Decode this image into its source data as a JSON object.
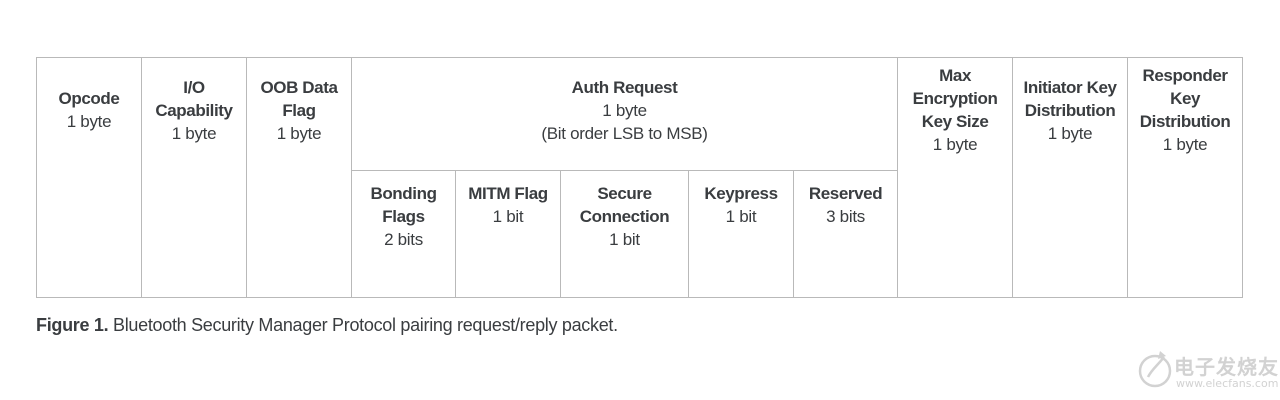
{
  "fields": {
    "opcode": {
      "label": "Opcode",
      "size": "1 byte"
    },
    "io_capability": {
      "label": "I/O Capability",
      "size": "1 byte"
    },
    "oob_data_flag": {
      "label": "OOB Data Flag",
      "size": "1 byte"
    },
    "auth_request": {
      "label": "Auth Request",
      "size": "1 byte",
      "note": "(Bit order LSB to MSB)",
      "subfields": [
        {
          "label": "Bonding Flags",
          "size": "2 bits"
        },
        {
          "label": "MITM Flag",
          "size": "1 bit"
        },
        {
          "label": "Secure Connection",
          "size": "1 bit"
        },
        {
          "label": "Keypress",
          "size": "1 bit"
        },
        {
          "label": "Reserved",
          "size": "3 bits"
        }
      ]
    },
    "max_encryption_key_size": {
      "label": "Max Encryption Key Size",
      "size": "1 byte"
    },
    "initiator_key_distribution": {
      "label": "Initiator Key Distribution",
      "size": "1 byte"
    },
    "responder_key_distribution": {
      "label": "Responder Key Distribution",
      "size": "1 byte"
    }
  },
  "caption": {
    "prefix": "Figure 1.",
    "text": " Bluetooth Security Manager Protocol pairing request/reply packet."
  },
  "watermark": {
    "text": "电子发烧友",
    "url": "www.elecfans.com"
  }
}
